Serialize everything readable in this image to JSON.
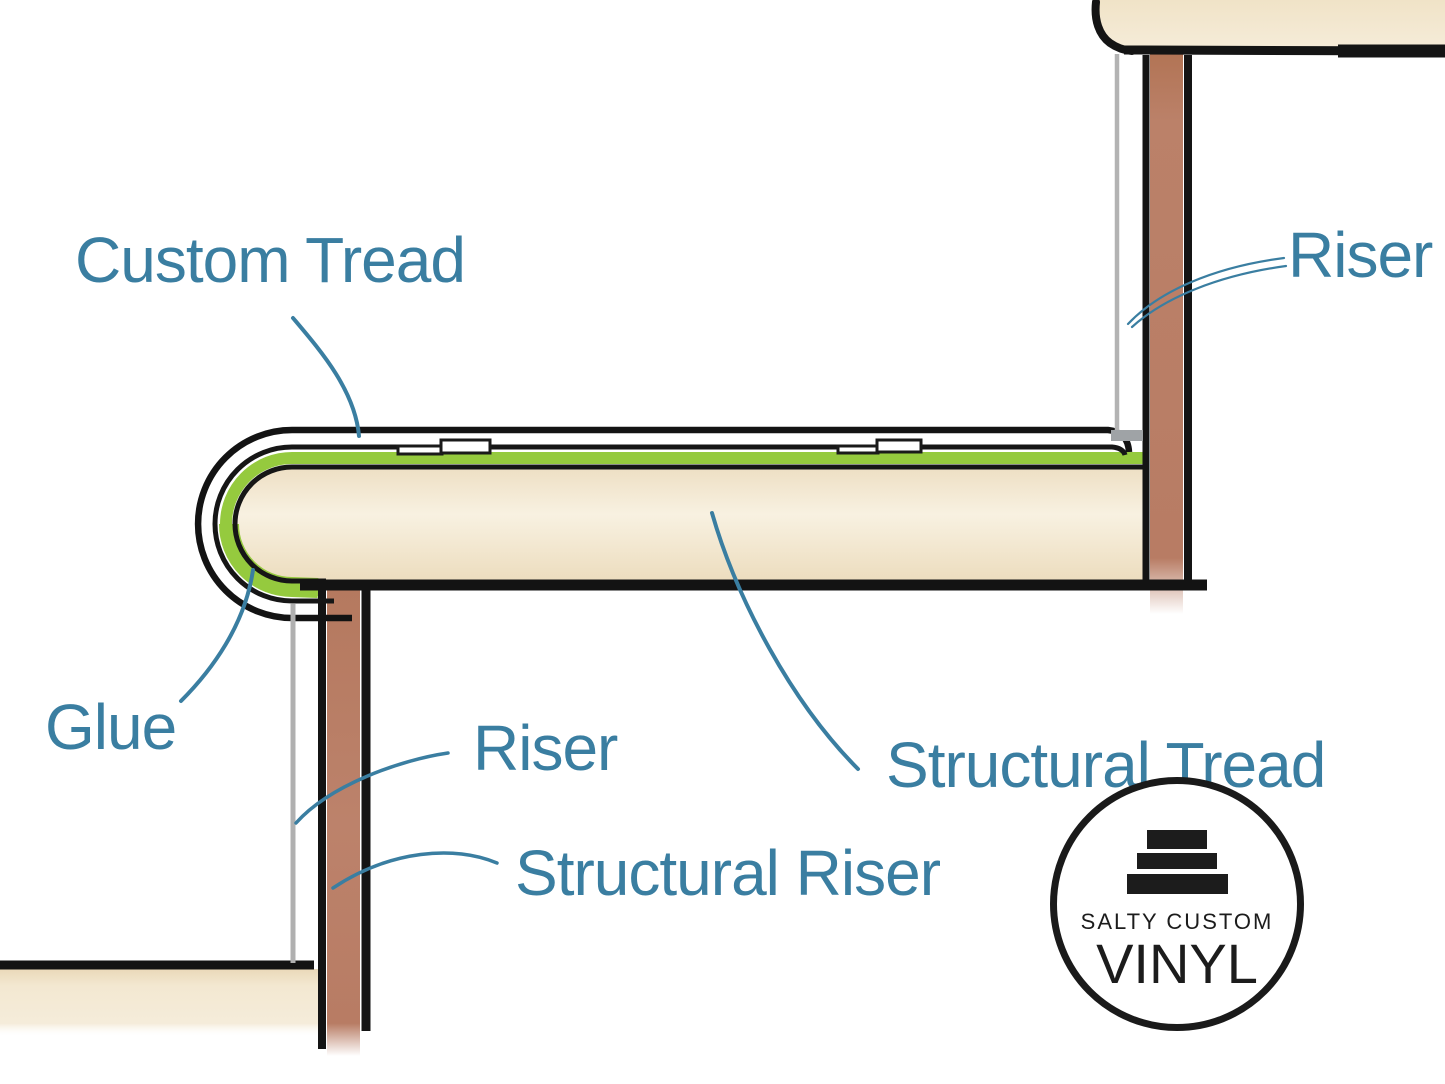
{
  "diagram": {
    "labels": {
      "custom_tread": "Custom Tread",
      "riser_top": "Riser",
      "glue": "Glue",
      "riser_middle": "Riser",
      "structural_riser": "Structural Riser",
      "structural_tread": "Structural Tread"
    },
    "colors": {
      "label_text": "#3a7ea1",
      "leader_line": "#3a7ea1",
      "glue_green": "#95ca3e",
      "tread_tan": "#f3e8d0",
      "riser_wood_brown": "#b87d66",
      "outline_black": "#151515",
      "vinyl_riser_gray": "#b0b0b0"
    },
    "icons": {
      "logo_icon": "stairs-icon"
    }
  },
  "logo": {
    "line1": "SALTY CUSTOM",
    "line2": "VINYL"
  }
}
